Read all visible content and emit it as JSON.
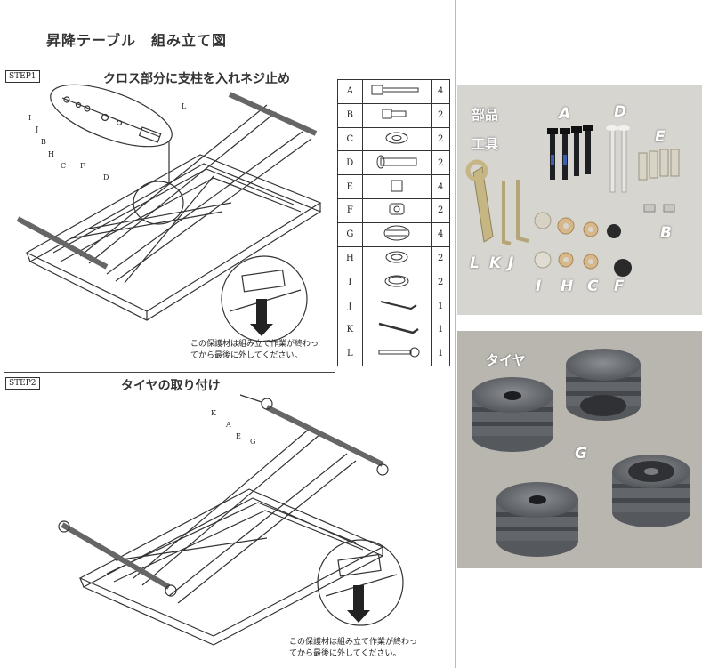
{
  "manual": {
    "title": "昇降テーブル　組み立て図",
    "step1": {
      "label": "STEP1",
      "title": "クロス部分に支柱を入れネジ止め",
      "callouts": [
        "I",
        "J",
        "B",
        "H",
        "C",
        "F",
        "D",
        "L"
      ],
      "caution_line1": "この保護材は組み立て作業が終わっ",
      "caution_line2": "てから最後に外してください。"
    },
    "step2": {
      "label": "STEP2",
      "title": "タイヤの取り付け",
      "callouts": [
        "K",
        "A",
        "E",
        "G"
      ],
      "caution_line1": "この保護材は組み立て作業が終わっ",
      "caution_line2": "てから最後に外してください。"
    },
    "parts": [
      {
        "letter": "A",
        "qty": "4",
        "icon": "long-bolt-icon"
      },
      {
        "letter": "B",
        "qty": "2",
        "icon": "short-bolt-icon"
      },
      {
        "letter": "C",
        "qty": "2",
        "icon": "flat-washer-icon"
      },
      {
        "letter": "D",
        "qty": "2",
        "icon": "pin-icon"
      },
      {
        "letter": "E",
        "qty": "4",
        "icon": "sleeve-icon"
      },
      {
        "letter": "F",
        "qty": "2",
        "icon": "spacer-icon"
      },
      {
        "letter": "G",
        "qty": "4",
        "icon": "wheel-icon"
      },
      {
        "letter": "H",
        "qty": "2",
        "icon": "washer-icon"
      },
      {
        "letter": "I",
        "qty": "2",
        "icon": "cap-washer-icon"
      },
      {
        "letter": "J",
        "qty": "1",
        "icon": "hex-key-small-icon"
      },
      {
        "letter": "K",
        "qty": "1",
        "icon": "hex-key-large-icon"
      },
      {
        "letter": "L",
        "qty": "1",
        "icon": "wrench-icon"
      }
    ]
  },
  "photo_parts": {
    "label_parts": "部品",
    "label_tools": "工具",
    "labels": [
      "A",
      "D",
      "E",
      "B",
      "L",
      "K",
      "J",
      "I",
      "H",
      "C",
      "F"
    ]
  },
  "photo_wheels": {
    "label_tire": "タイヤ",
    "label_g": "G"
  },
  "colors": {
    "photo_bg": "#d7d5d0",
    "wheel_gray": "#6e7177",
    "label_white": "#ffffff"
  }
}
